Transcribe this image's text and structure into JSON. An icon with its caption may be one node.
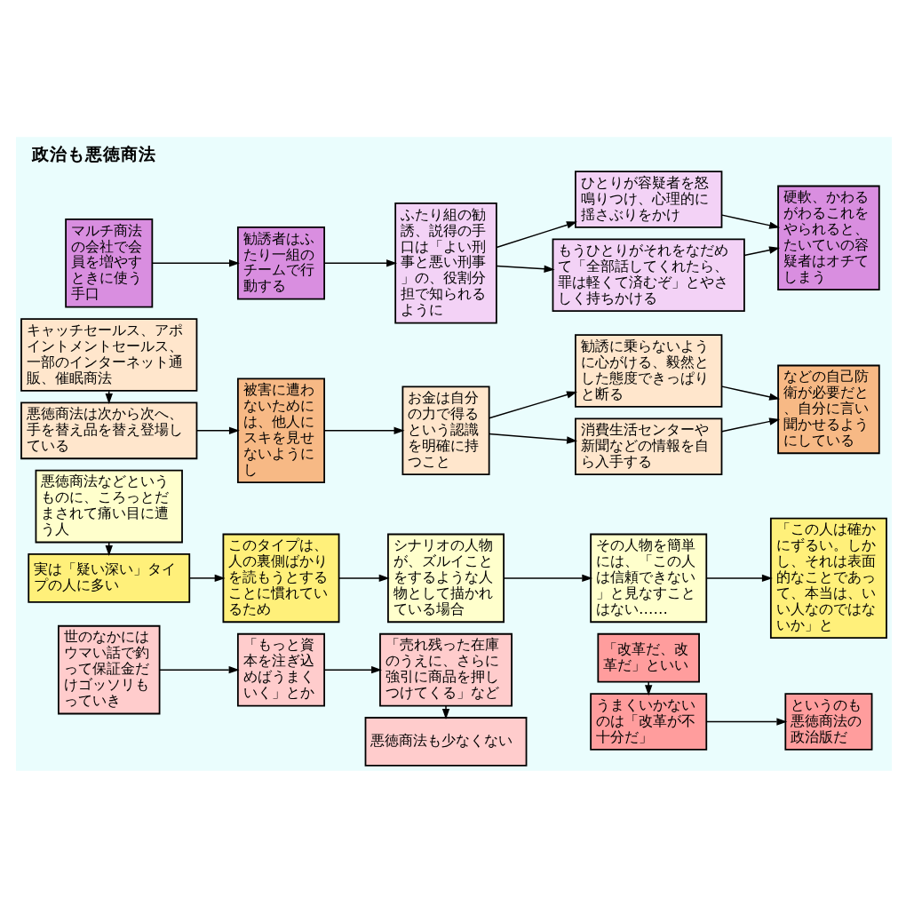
{
  "diagram": {
    "title": "政治も悪徳商法",
    "nodes": [
      {
        "text": [
          "マルチ商法の会社で会員を増やすときに使う手口"
        ]
      },
      {
        "text": [
          "勧誘者はふたり一組のチームで行動する"
        ]
      },
      {
        "text": [
          "ふたり組の勧誘、説得の手口は「よい刑事と悪い刑事」の、役割分担で知られるように"
        ]
      },
      {
        "text": [
          "ひとりが容疑者を怒鳴りつけ、心理的に揺さぶりをかけ"
        ]
      },
      {
        "text": [
          "もうひとりがそれをなだめて「全部話してくれたら、罪は軽くて済むぞ」とやさしく持ちかける"
        ]
      },
      {
        "text": [
          "硬軟、かわるがわるこれをやられると、たいていの容疑者はオチてしまう"
        ]
      },
      {
        "text": [
          "キャッチセールス、アポイントメントセールス、一部のインターネット通販、催眠商法"
        ]
      },
      {
        "text": [
          "悪徳商法は次から次へ、手を替え品を替え登場している"
        ]
      },
      {
        "text": [
          "被害に遭わないためには、他人にスキを見せないようにし"
        ]
      },
      {
        "text": [
          "お金は自分の力で得るという認識を明確に持つこと"
        ]
      },
      {
        "text": [
          "勧誘に乗らないように心がける、毅然とした態度できっぱりと断る"
        ]
      },
      {
        "text": [
          "消費生活センターや新聞などの情報を自ら入手する"
        ]
      },
      {
        "text": [
          "などの自己防衛が必要だと、自分に言い聞かせるようにしている"
        ]
      },
      {
        "text": [
          "悪徳商法などというものに、ころっとだまされて痛い目に遭う人"
        ]
      },
      {
        "text": [
          "実は「疑い深い」タイプの人に多い"
        ]
      },
      {
        "text": [
          "このタイプは、人の裏側ばかりを読もうとすることに慣れているため"
        ]
      },
      {
        "text": [
          "シナリオの人物が、ズルイことをするような人物として描かれている場合"
        ]
      },
      {
        "text": [
          "その人物を簡単には、「この人は信頼できない」と見なすことはない……"
        ]
      },
      {
        "text": [
          "「この人は確かにずるい。しかし、それは表面的なことであって、本当は、いい人なのではないか」と"
        ]
      },
      {
        "text": [
          "世のなかにはウマい話で釣って保証金だけゴッソリもっていき"
        ]
      },
      {
        "text": [
          "「もっと資本を注ぎ込めばうまくいく」とか"
        ]
      },
      {
        "text": [
          "「売れ残った在庫のうえに、さらに強引に商品を押しつけてくる」など"
        ]
      },
      {
        "text": [
          "悪徳商法も少なくない"
        ]
      },
      {
        "text": [
          "「改革だ、改革だ」といい"
        ]
      },
      {
        "text": [
          "うまくいかないのは「改革が不十分だ」"
        ]
      },
      {
        "text": [
          "というのも悪徳商法の政治版だ"
        ]
      }
    ],
    "edges": [
      {
        "from": 0,
        "to": 1,
        "arrow": "to"
      },
      {
        "from": 1,
        "to": 2,
        "arrow": "to"
      },
      {
        "from": 2,
        "to": 3,
        "arrow": "to"
      },
      {
        "from": 2,
        "to": 4,
        "arrow": "to"
      },
      {
        "from": 3,
        "to": 5,
        "arrow": "to"
      },
      {
        "from": 4,
        "to": 5,
        "arrow": "to"
      },
      {
        "from": 6,
        "to": 7,
        "arrow": "to"
      },
      {
        "from": 7,
        "to": 8,
        "arrow": "to"
      },
      {
        "from": 8,
        "to": 9,
        "arrow": "to"
      },
      {
        "from": 9,
        "to": 10,
        "arrow": "to"
      },
      {
        "from": 9,
        "to": 11,
        "arrow": "to"
      },
      {
        "from": 10,
        "to": 12,
        "arrow": "to"
      },
      {
        "from": 11,
        "to": 12,
        "arrow": "to"
      },
      {
        "from": 13,
        "to": 14,
        "arrow": "to"
      },
      {
        "from": 14,
        "to": 15,
        "arrow": "to"
      },
      {
        "from": 15,
        "to": 16,
        "arrow": "to"
      },
      {
        "from": 16,
        "to": 17,
        "arrow": "to"
      },
      {
        "from": 17,
        "to": 18,
        "arrow": "to"
      },
      {
        "from": 19,
        "to": 20,
        "arrow": "to"
      },
      {
        "from": 20,
        "to": 21,
        "arrow": "to"
      },
      {
        "from": 21,
        "to": 22,
        "arrow": "to"
      },
      {
        "from": 23,
        "to": 24,
        "arrow": "to"
      },
      {
        "from": 24,
        "to": 25,
        "arrow": "to"
      }
    ]
  }
}
